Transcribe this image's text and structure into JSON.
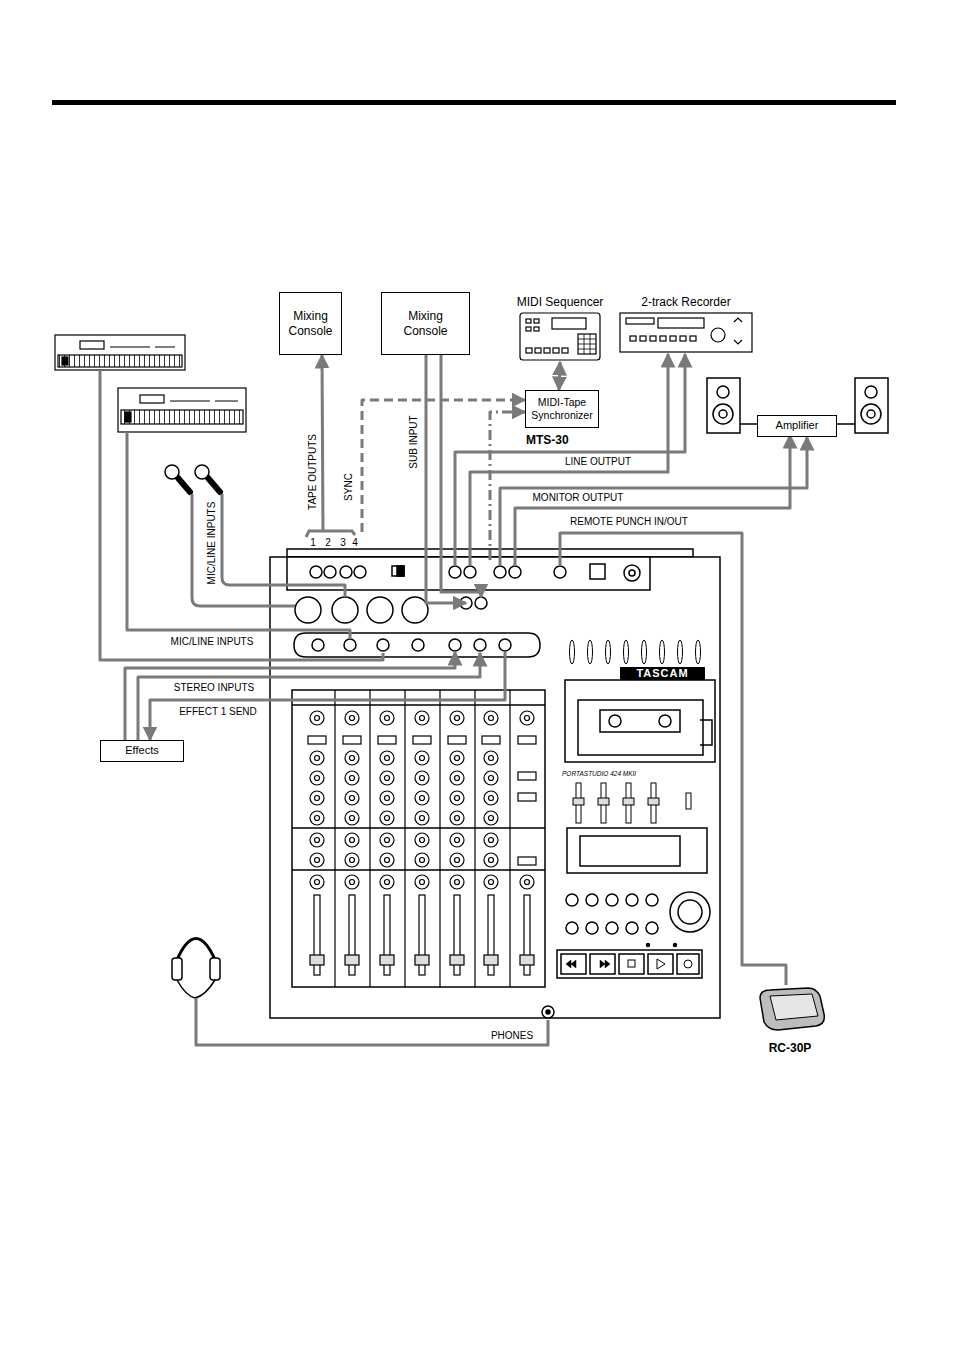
{
  "diagram": {
    "nodes": [
      {
        "text": [
          "Mixing Console"
        ]
      },
      {
        "text": [
          "Mixing Console"
        ]
      },
      {
        "text": [
          "MIDI Sequencer"
        ]
      },
      {
        "text": [
          "2-track Recorder"
        ]
      },
      {
        "text": [
          "MIDI-Tape Synchronizer",
          "MTS-30"
        ]
      },
      {
        "text": [
          "Amplifier"
        ]
      },
      {
        "text": [
          "Effects"
        ]
      },
      {
        "text": [
          "TASCAM",
          "PORTASTUDIO 424 MKII"
        ]
      },
      {
        "text": [
          "RC-30P"
        ]
      }
    ],
    "edges": [
      {
        "from": 7,
        "to": 0,
        "arrow": "to",
        "label": "TAPE OUTPUTS"
      },
      {
        "from": 7,
        "to": 4,
        "arrow": "to",
        "label": "SYNC"
      },
      {
        "from": 1,
        "to": 7,
        "arrow": "to",
        "label": "SUB INPUT"
      },
      {
        "from": 7,
        "to": 4,
        "arrow": "to"
      },
      {
        "from": 2,
        "to": 4,
        "arrow": "both"
      },
      {
        "from": 7,
        "to": 3,
        "arrow": "to",
        "label": "LINE OUTPUT"
      },
      {
        "from": 7,
        "to": 5,
        "arrow": "to",
        "label": "MONITOR OUTPUT"
      },
      {
        "from": 7,
        "to": 8,
        "arrow": "none",
        "label": "REMOTE PUNCH IN/OUT"
      },
      {
        "from": 6,
        "to": 7,
        "arrow": "to",
        "label": "STEREO INPUTS"
      },
      {
        "from": 7,
        "to": 6,
        "arrow": "to",
        "label": "EFFECT 1 SEND"
      }
    ],
    "labels": [
      "MIC/LINE INPUTS",
      "1",
      "2",
      "3",
      "4",
      "MIC/LINE INPUTS",
      "PHONES"
    ]
  }
}
